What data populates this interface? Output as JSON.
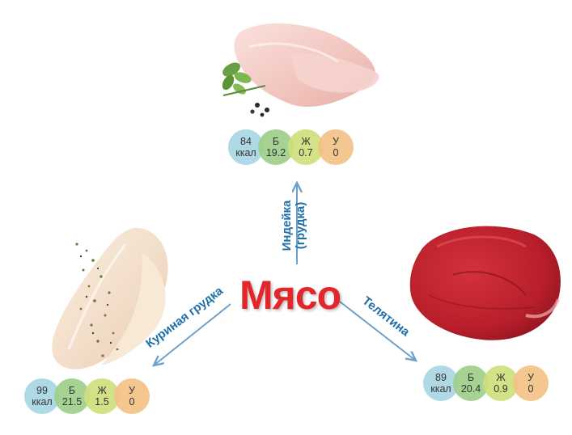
{
  "title": "Мясо",
  "colors": {
    "title": "#e2262b",
    "arrow": "#6fa0c8",
    "label": "#1f6fa8",
    "kcal": "#a9d7e3",
    "protein": "#9fd08a",
    "fat": "#cfe07c",
    "carbs": "#f4c287"
  },
  "turkey": {
    "label_line1": "Индейка",
    "label_line2": "(грудка)",
    "kcal_value": "84",
    "kcal_unit": "ккал",
    "protein_letter": "Б",
    "protein_value": "19.2",
    "fat_letter": "Ж",
    "fat_value": "0.7",
    "carbs_letter": "У",
    "carbs_value": "0"
  },
  "chicken": {
    "label": "Куриная грудка",
    "kcal_value": "99",
    "kcal_unit": "ккал",
    "protein_letter": "Б",
    "protein_value": "21.5",
    "fat_letter": "Ж",
    "fat_value": "1.5",
    "carbs_letter": "У",
    "carbs_value": "0"
  },
  "veal": {
    "label": "Телятина",
    "kcal_value": "89",
    "kcal_unit": "ккал",
    "protein_letter": "Б",
    "protein_value": "20.4",
    "fat_letter": "Ж",
    "fat_value": "0.9",
    "carbs_letter": "У",
    "carbs_value": "0"
  }
}
